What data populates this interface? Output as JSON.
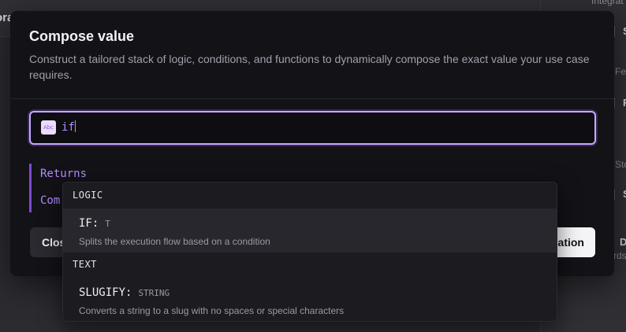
{
  "background": {
    "breadcrumb_fragment": "ora",
    "right_panel": {
      "label_top": "Integrat",
      "item_1": "S",
      "label_2": "Fe",
      "item_2": "F",
      "label_3": "Sto",
      "item_3": "S",
      "item_4": "D",
      "label_4": "rds"
    }
  },
  "modal": {
    "title": "Compose value",
    "description": "Construct a tailored stack of logic, conditions, and functions to dynamically compose the exact value your use case requires.",
    "input": {
      "type_badge": "Abc",
      "value": "if"
    },
    "returns_label": "Returns",
    "compose_label_fragment": "Com",
    "close_button": "Close",
    "primary_button_fragment": "ation"
  },
  "dropdown": {
    "groups": [
      {
        "label": "LOGIC",
        "options": [
          {
            "name": "IF:",
            "type": "T",
            "description": "Splits the execution flow based on a condition"
          }
        ]
      },
      {
        "label": "TEXT",
        "options": [
          {
            "name": "SLUGIFY:",
            "type": "STRING",
            "description": "Converts a string to a slug with no spaces or special characters"
          }
        ]
      }
    ]
  }
}
